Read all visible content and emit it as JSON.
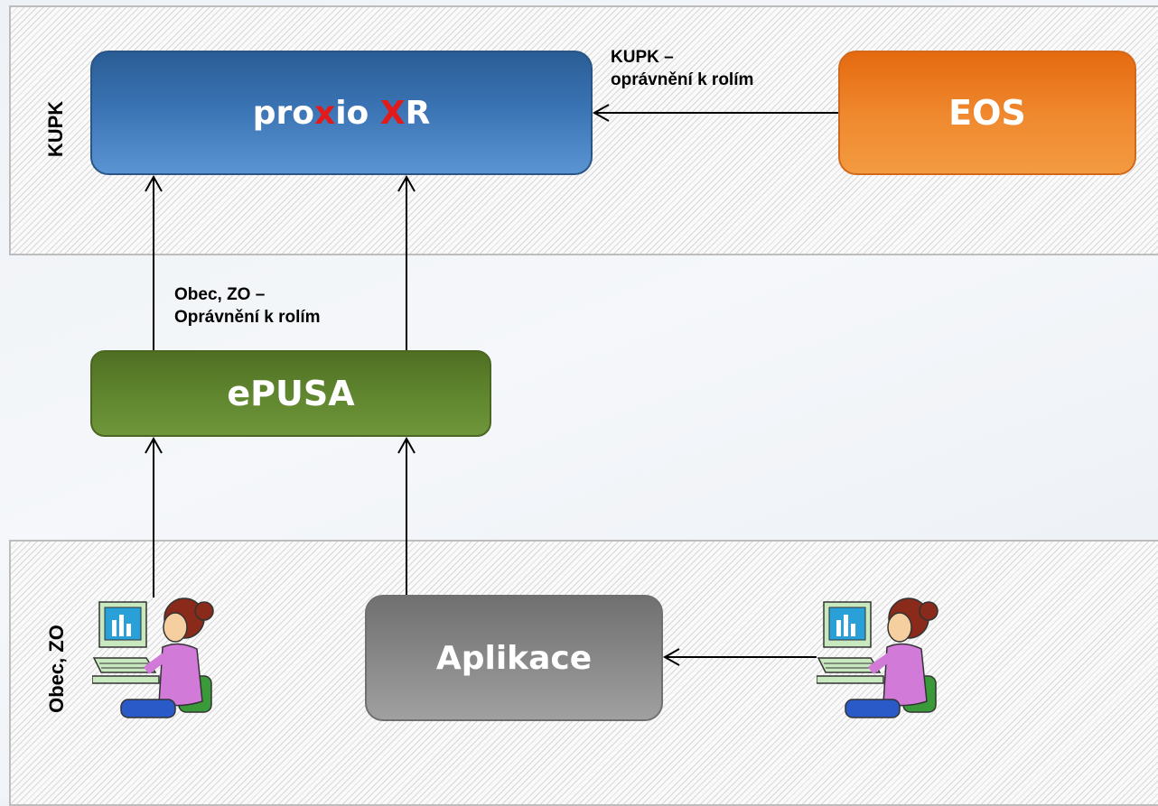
{
  "bands": {
    "top_label": "KUPK",
    "bottom_label": "Obec, ZO"
  },
  "boxes": {
    "proxio": {
      "prefix": "pro",
      "x1": "x",
      "mid": "io ",
      "x2": "X",
      "suffix": "R"
    },
    "eos": "EOS",
    "epusa": "ePUSA",
    "aplikace": "Aplikace"
  },
  "labels": {
    "kupk_rights_line1": "KUPK –",
    "kupk_rights_line2": "oprávnění k rolím",
    "obec_rights_line1": "Obec, ZO –",
    "obec_rights_line2": "Oprávnění k rolím"
  },
  "colors": {
    "proxio": "#3a73b3",
    "eos": "#f08a30",
    "epusa": "#5f852e",
    "aplikace": "#8a8a8a",
    "accent_x": "#e31a1a"
  },
  "icons": [
    "user-at-computer-icon",
    "user-at-computer-icon"
  ]
}
